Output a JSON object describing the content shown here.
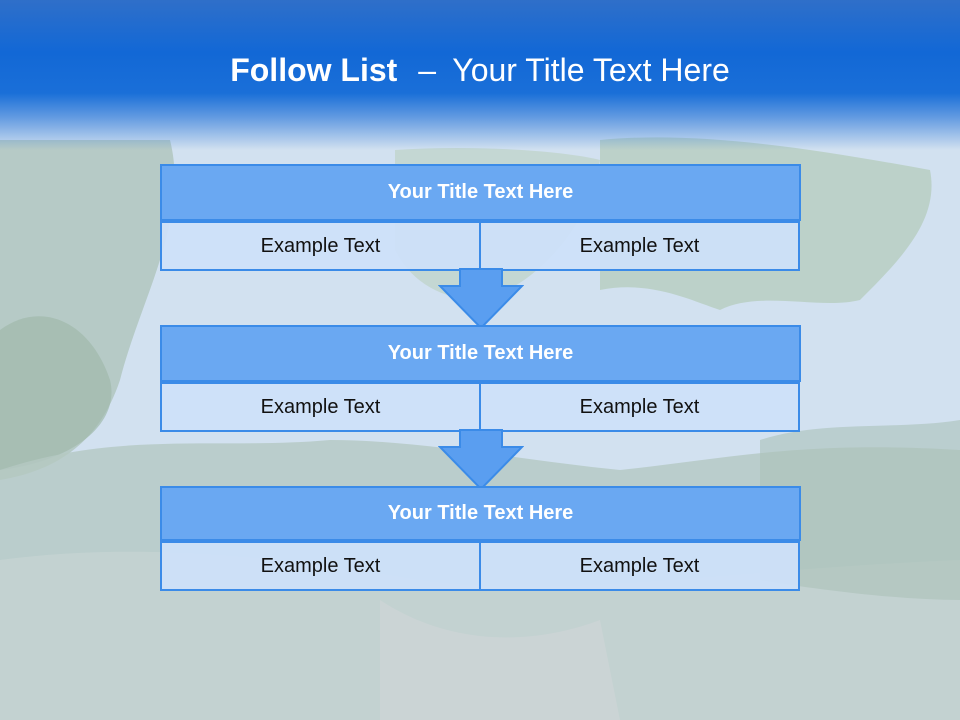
{
  "slide": {
    "title_lead": "Follow List",
    "title_dash": "–",
    "title_rest": "Your Title Text Here"
  },
  "blocks": [
    {
      "title": "Your Title Text Here",
      "left_text": "Example Text",
      "right_text": "Example Text"
    },
    {
      "title": "Your Title Text Here",
      "left_text": "Example Text",
      "right_text": "Example Text"
    },
    {
      "title": "Your Title Text Here",
      "left_text": "Example Text",
      "right_text": "Example Text"
    }
  ],
  "colors": {
    "header_blue": "#1268d6",
    "box_fill": "#6aa8f2",
    "box_border": "#3b8be8",
    "cell_fill": "#cee1fa",
    "arrow_fill": "#5a9ef0"
  },
  "icons": [
    "down-arrow-icon",
    "down-arrow-icon"
  ]
}
